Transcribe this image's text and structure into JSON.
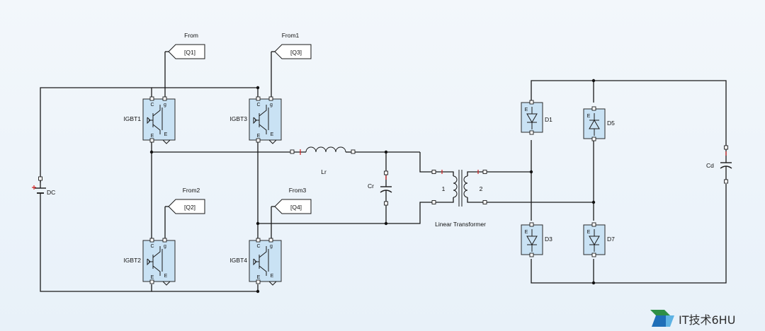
{
  "goto_tags": {
    "q1": {
      "from_label": "From",
      "tag": "[Q1]"
    },
    "q3": {
      "from_label": "From1",
      "tag": "[Q3]"
    },
    "q2": {
      "from_label": "From2",
      "tag": "[Q2]"
    },
    "q4": {
      "from_label": "From3",
      "tag": "[Q4]"
    }
  },
  "igbts": {
    "igbt1": "IGBT1",
    "igbt3": "IGBT3",
    "igbt2": "IGBT2",
    "igbt4": "IGBT4",
    "pin_c": "C",
    "pin_g": "g",
    "pin_e": "E"
  },
  "passives": {
    "dc": "DC",
    "lr": "Lr",
    "cr": "Cr",
    "cd": "Cd",
    "transformer": "Linear Transformer",
    "winding1": "1",
    "winding2": "2"
  },
  "diodes": {
    "d1": "D1",
    "d5": "D5",
    "d3": "D3",
    "d7": "D7",
    "pin_e": "E"
  },
  "watermark": {
    "text": "IT技术6HU"
  },
  "colors": {
    "block_fill": "#c9e2f4",
    "wire": "#1a1a1a",
    "polarity_mark": "#d12020"
  }
}
